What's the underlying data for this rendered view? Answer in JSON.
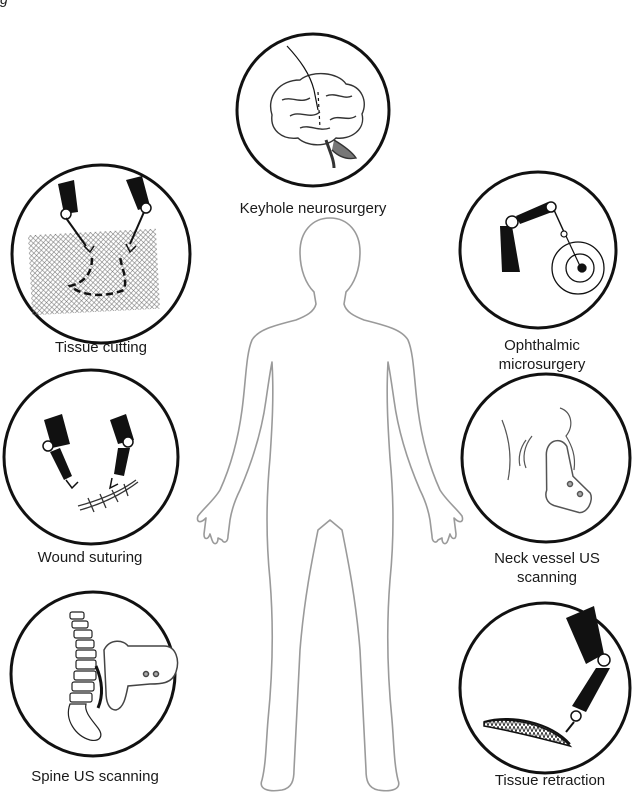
{
  "figure": {
    "caption_fragment": "g",
    "procedures": [
      {
        "id": "keyhole-neurosurgery",
        "lines": [
          "Keyhole neurosurgery"
        ]
      },
      {
        "id": "tissue-cutting",
        "lines": [
          "Tissue cutting"
        ]
      },
      {
        "id": "ophthalmic-microsurgery",
        "lines": [
          "Ophthalmic",
          "microsurgery"
        ]
      },
      {
        "id": "wound-suturing",
        "lines": [
          "Wound suturing"
        ]
      },
      {
        "id": "neck-vessel-us-scanning",
        "lines": [
          "Neck vessel US",
          "scanning"
        ]
      },
      {
        "id": "spine-us-scanning",
        "lines": [
          "Spine US scanning"
        ]
      },
      {
        "id": "tissue-retraction",
        "lines": [
          "Tissue retraction"
        ]
      }
    ]
  }
}
